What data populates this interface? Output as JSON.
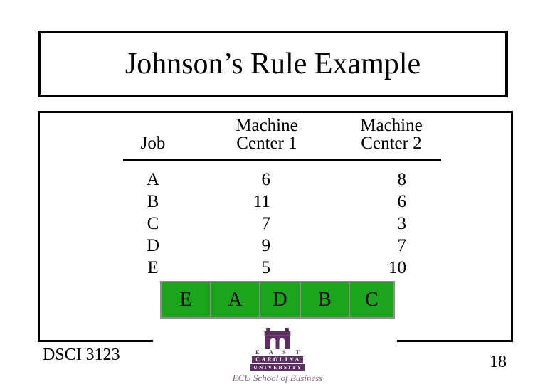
{
  "slide": {
    "title": "Johnson’s Rule Example",
    "course_code": "DSCI 3123",
    "page_number": "18"
  },
  "table": {
    "headers": [
      {
        "line1": "",
        "line2": "Job"
      },
      {
        "line1": "Machine",
        "line2": "Center 1"
      },
      {
        "line1": "Machine",
        "line2": "Center 2"
      }
    ],
    "rows": [
      {
        "job": "A",
        "mc1": "6",
        "mc2": "8"
      },
      {
        "job": "B",
        "mc1": "11",
        "mc2": "6"
      },
      {
        "job": "C",
        "mc1": "7",
        "mc2": "3"
      },
      {
        "job": "D",
        "mc1": "9",
        "mc2": "7"
      },
      {
        "job": "E",
        "mc1": "5",
        "mc2": "10"
      }
    ]
  },
  "sequence": [
    "E",
    "A",
    "D",
    "B",
    "C"
  ],
  "logo": {
    "east": "E A S T",
    "carolina": "CAROLINA",
    "university": "UNIVERSITY",
    "school": "ECU School of Business"
  },
  "colors": {
    "sequence_green": "#1CA41C",
    "cell_border": "#8f8f8f",
    "logo_purple": "#5E2F62",
    "school_text": "#7b5f80"
  }
}
